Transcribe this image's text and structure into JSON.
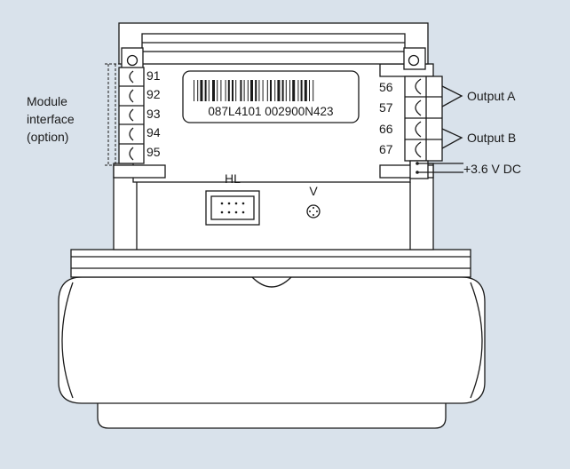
{
  "module_interface_label": [
    "Module",
    "interface",
    "(option)"
  ],
  "left_terminals": [
    "91",
    "92",
    "93",
    "94",
    "95"
  ],
  "right_terminals": [
    "56",
    "57",
    "66",
    "67"
  ],
  "barcode_text": "087L4101 002900N423",
  "hl_label": "HL",
  "v_label": "V",
  "output_a_label": "Output A",
  "output_b_label": "Output B",
  "dc_label": "+3.6 V DC",
  "colors": {
    "background": "#d9e2eb",
    "body": "#ffffff",
    "line": "#1a1a1a"
  }
}
